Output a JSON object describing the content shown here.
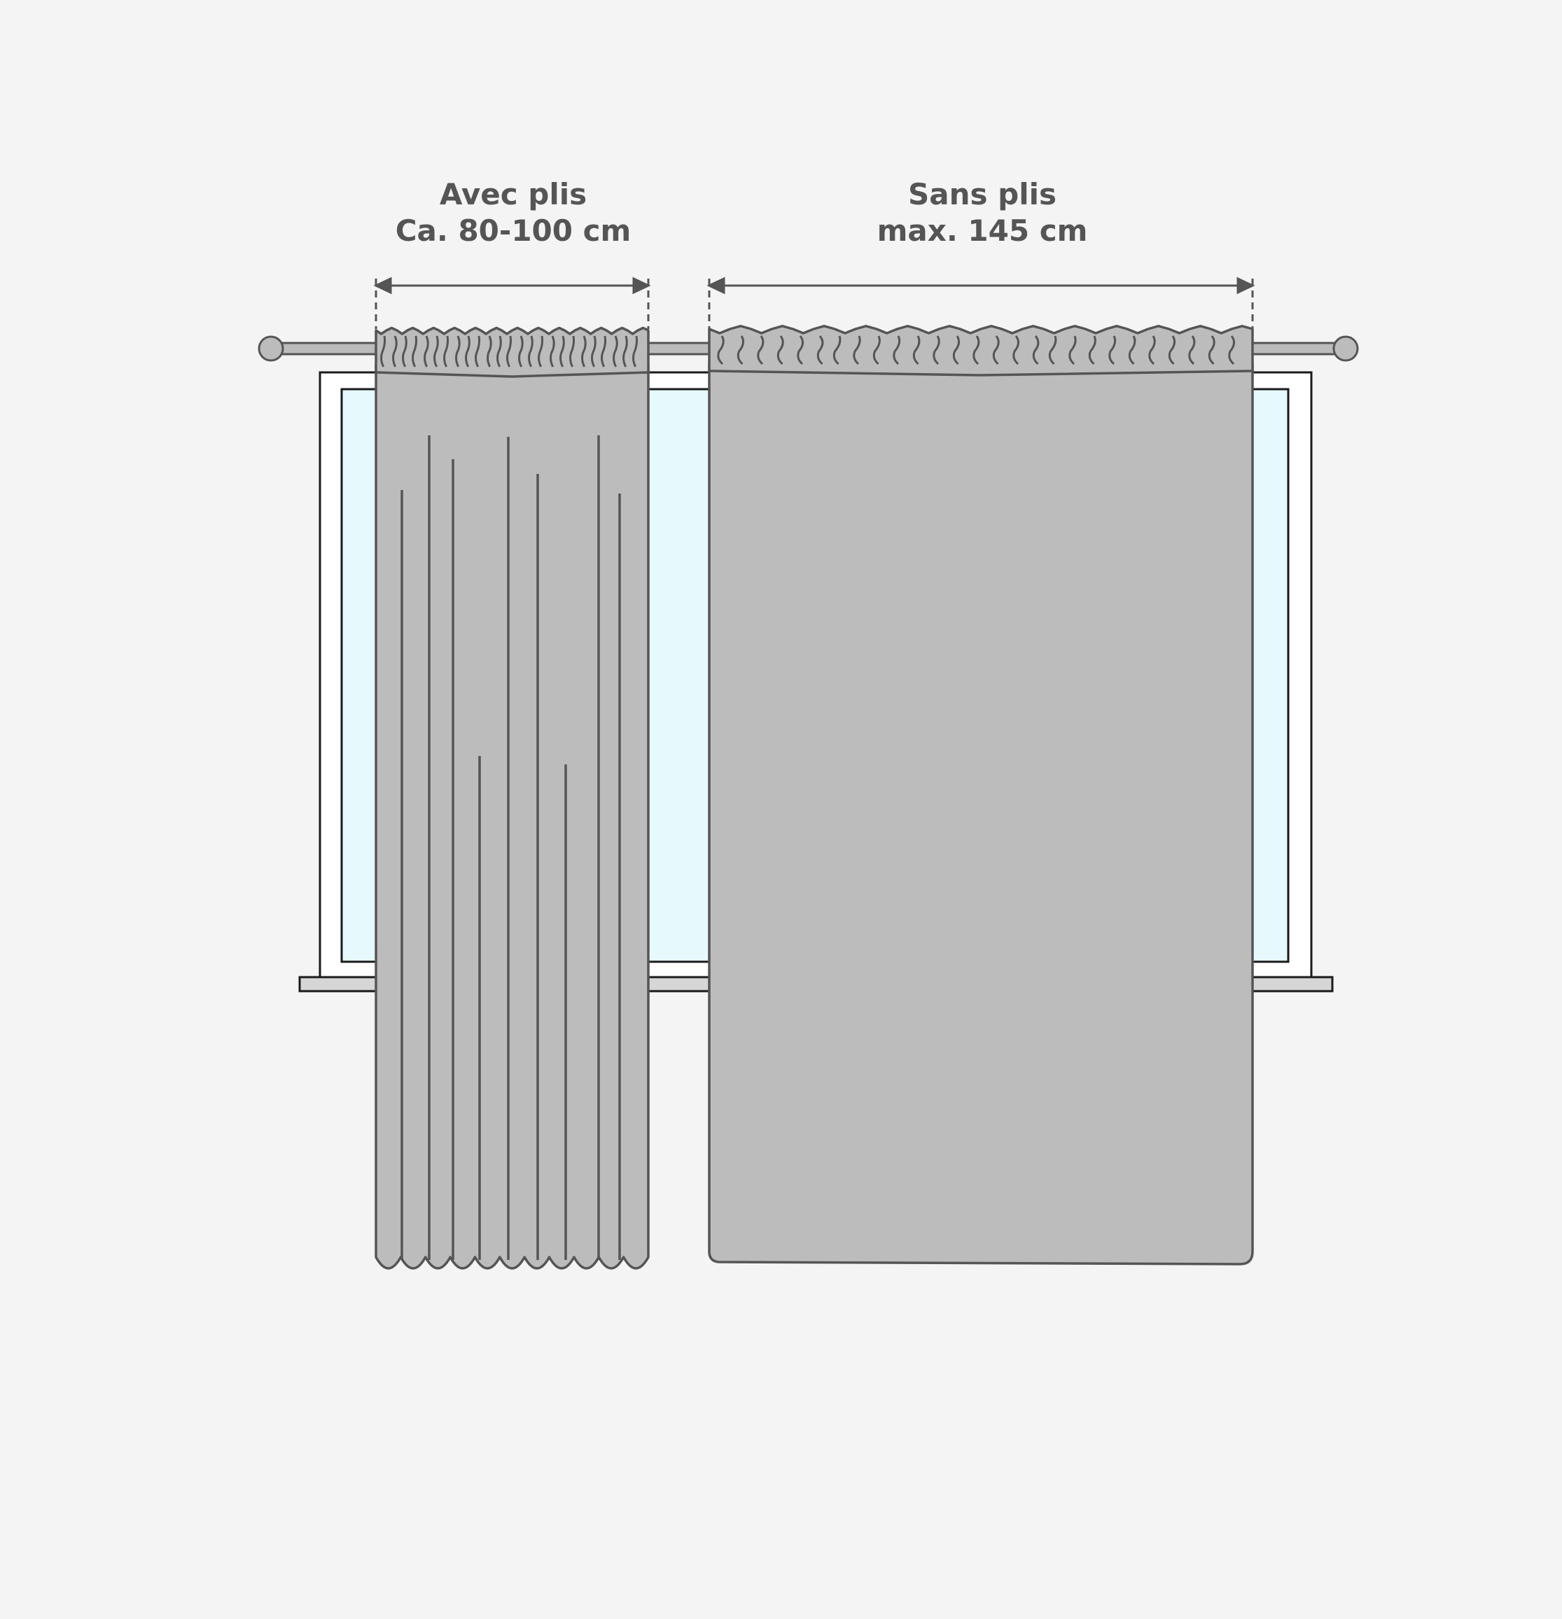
{
  "diagram": {
    "left_panel": {
      "title": "Avec plis",
      "measure": "Ca. 80-100 cm"
    },
    "right_panel": {
      "title": "Sans plis",
      "measure": "max. 145 cm"
    }
  },
  "colors": {
    "background": "#f4f4f4",
    "outline": "#555555",
    "curtain_fill": "#bcbcbc",
    "glass": "#e6f9fd",
    "frame": "#ffffff",
    "rod": "#bcbcbc"
  },
  "icons": {
    "measure_arrow": "double-arrow",
    "rod_finial": "circle-knob"
  }
}
